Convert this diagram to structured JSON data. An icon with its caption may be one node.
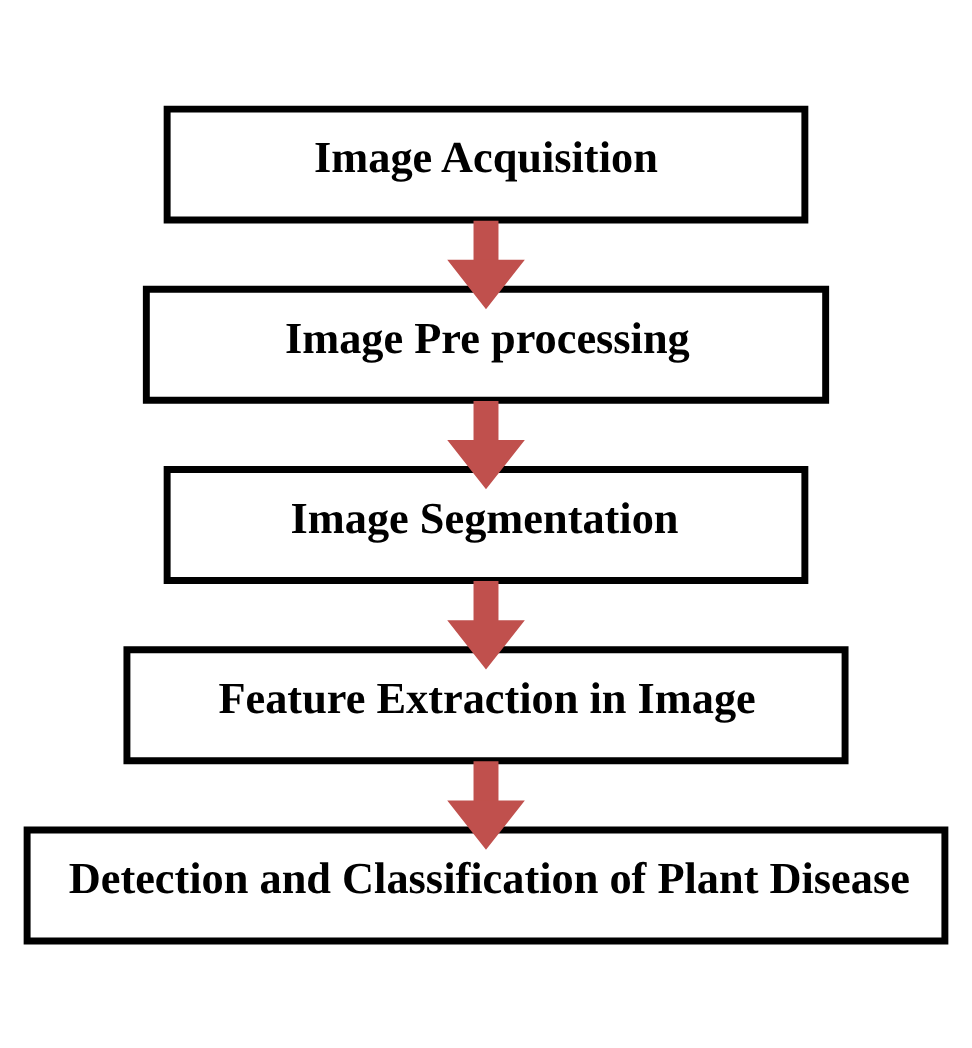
{
  "diagram": {
    "nodes": [
      {
        "text": [
          "Image Acquisition"
        ]
      },
      {
        "text": [
          "Image Pre processing"
        ]
      },
      {
        "text": [
          "Image Segmentation"
        ]
      },
      {
        "text": [
          "Feature Extraction in Image"
        ]
      },
      {
        "text": [
          "Detection and Classification of Plant Disease"
        ]
      }
    ],
    "edges": [
      {
        "from": 0,
        "to": 1,
        "arrow": "to"
      },
      {
        "from": 1,
        "to": 2,
        "arrow": "to"
      },
      {
        "from": 2,
        "to": 3,
        "arrow": "to"
      },
      {
        "from": 3,
        "to": 4,
        "arrow": "to"
      }
    ]
  }
}
